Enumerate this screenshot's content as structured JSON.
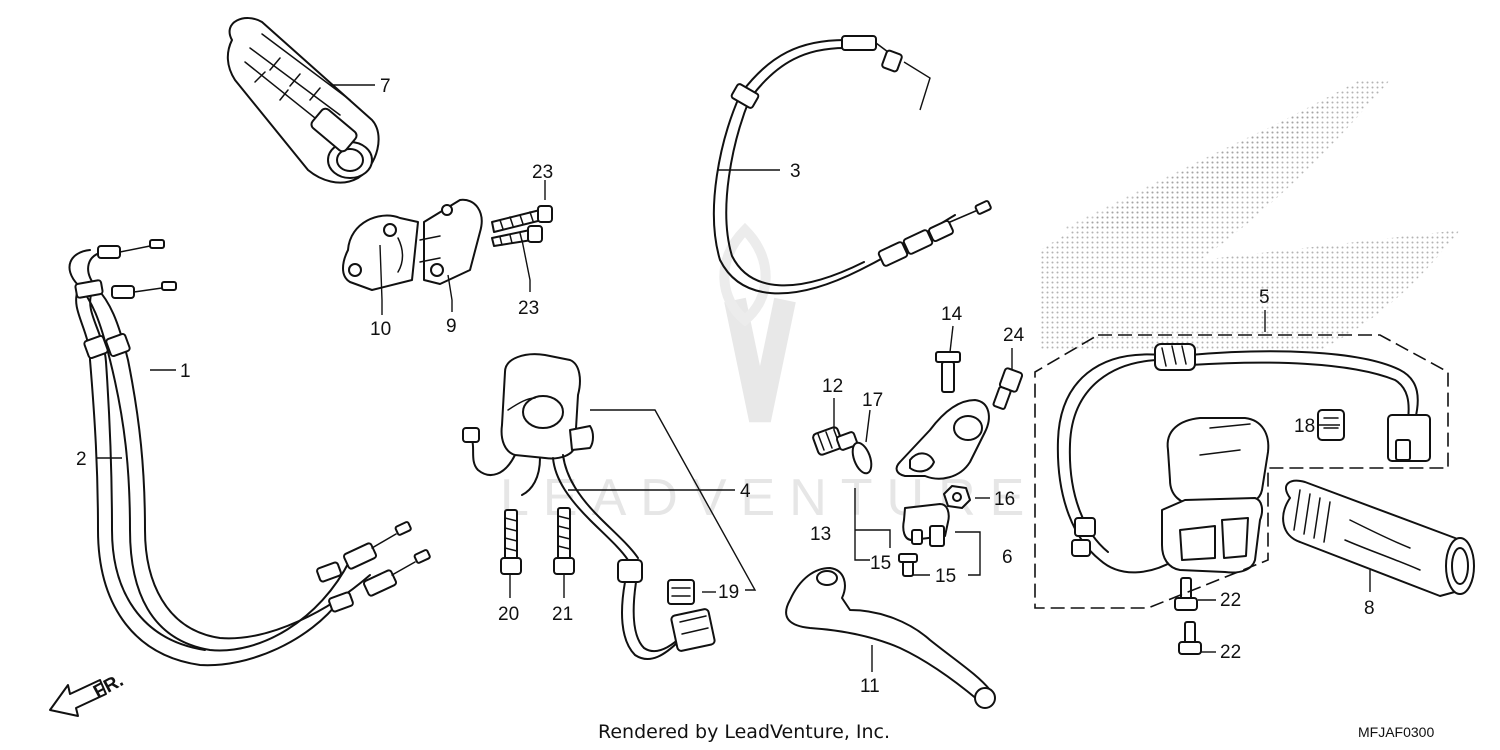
{
  "diagram": {
    "callouts": [
      "1",
      "2",
      "3",
      "4",
      "5",
      "6",
      "7",
      "8",
      "9",
      "10",
      "11",
      "12",
      "13",
      "14",
      "15",
      "15",
      "16",
      "17",
      "18",
      "19",
      "20",
      "21",
      "22",
      "22",
      "23",
      "23",
      "24"
    ],
    "front_indicator": "FR.",
    "footer_credit": "Rendered by LeadVenture, Inc.",
    "diagram_code": "MFJAF0300",
    "watermark_text": "LEADVENTURE"
  }
}
